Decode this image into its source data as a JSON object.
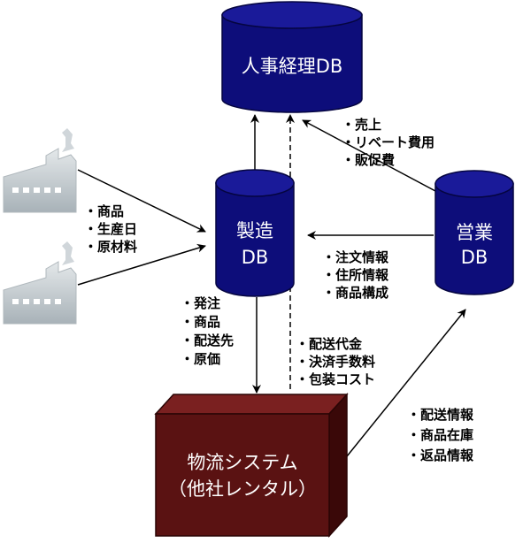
{
  "databases": {
    "hr": {
      "label": "人事経理DB"
    },
    "mfg": {
      "line1": "製造",
      "line2": "DB"
    },
    "sales": {
      "line1": "営業",
      "line2": "DB"
    }
  },
  "logistics": {
    "line1": "物流システム",
    "line2": "（他社レンタル）"
  },
  "edges": {
    "factory_to_mfg": [
      "・商品",
      "・生産日",
      "・原材料"
    ],
    "sales_to_hr": [
      "・売上",
      "・リベート費用",
      "・販促費"
    ],
    "sales_to_mfg": [
      "・注文情報",
      "・住所情報",
      "・商品構成"
    ],
    "mfg_to_logistics": [
      "・発注",
      "・商品",
      "・配送先",
      "・原価"
    ],
    "logistics_to_hr": [
      "・配送代金",
      "・決済手数料",
      "・包装コスト"
    ],
    "logistics_to_sales": [
      "・配送情報",
      "・商品在庫",
      "・返品情報"
    ]
  },
  "icons": [
    "factory-icon",
    "factory-icon"
  ],
  "colors": {
    "db_fill": "#0d0d7a",
    "db_top": "#1a1a99",
    "box_front": "#5a1212",
    "box_top": "#7a2020",
    "box_side": "#3a0808",
    "factory": "#c8cfd4"
  }
}
